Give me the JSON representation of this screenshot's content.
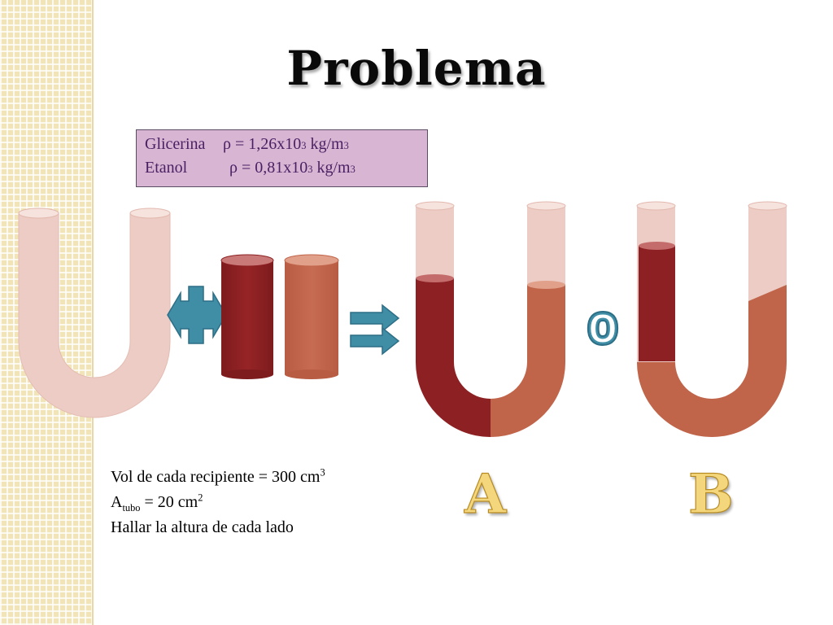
{
  "title": "Problema",
  "densities": [
    {
      "name": "Glicerina",
      "symbol": "ρ",
      "value": "= 1,26x10",
      "exp": "3",
      "unit": "kg/m",
      "unit_exp": "3"
    },
    {
      "name": "Etanol",
      "symbol": "ρ",
      "value": "= 0,81x10",
      "exp": "3",
      "unit": "kg/m",
      "unit_exp": "3"
    }
  ],
  "info": {
    "volume": "Vol de cada recipiente = 300 cm",
    "volume_exp": "3",
    "area_label": "A",
    "area_sub": "tubo",
    "area_value": " = 20 cm",
    "area_exp": "2",
    "task": "Hallar la altura de cada lado"
  },
  "options": {
    "a": "A",
    "b": "B",
    "or": "o"
  },
  "colors": {
    "glycerin": "#8c2022",
    "ethanol": "#c0644a",
    "tube": "#eac9c1",
    "arrow": "#3f8ea6",
    "box_bg": "#d7b5d3",
    "box_text": "#4b1f63",
    "letter": "#f4d77c"
  },
  "icons": [
    "plus-arrow-icon",
    "double-arrow-icon"
  ]
}
